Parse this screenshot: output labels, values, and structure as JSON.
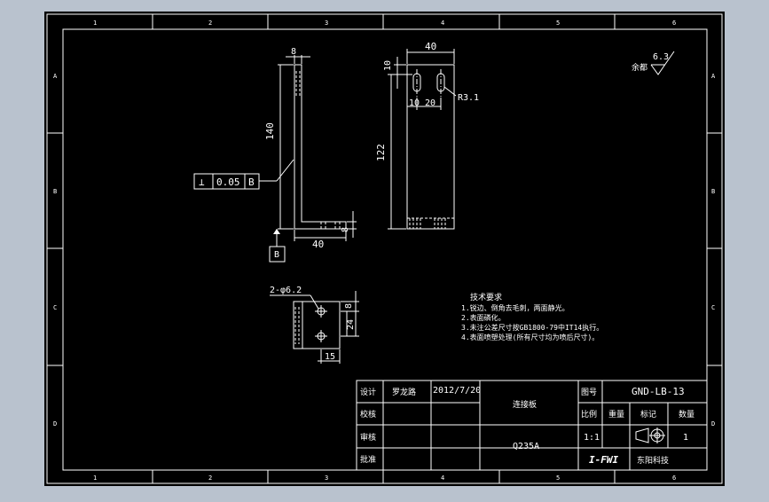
{
  "colors": {
    "window_bg": "#b9c2ce",
    "drawing_bg": "#000000",
    "line": "#ffffff"
  },
  "zone_marks": {
    "columns": [
      "1",
      "2",
      "3",
      "4",
      "5",
      "6"
    ],
    "rows": [
      "A",
      "B",
      "C",
      "D"
    ]
  },
  "view1": {
    "dim_top": "8",
    "dim_height": "140",
    "dim_bottom": "40",
    "dim_foot": "8",
    "tolerance_symbol": "⊥",
    "tolerance_value": "0.05",
    "tolerance_datum": "B",
    "datum_label": "B"
  },
  "view2": {
    "dim_width": "40",
    "dim_top_offset": "10",
    "dim_left": "10",
    "dim_spacing": "20",
    "dim_radius": "R3.1",
    "dim_height": "122"
  },
  "view3": {
    "holes_label": "2-φ6.2",
    "dim_right": "8",
    "dim_height": "24",
    "dim_bottom": "15"
  },
  "roughness": {
    "label": "余都",
    "value": "6.3"
  },
  "tech_notes": {
    "title": "技术要求",
    "items": [
      "1.锐边、倒角去毛刺，两面静光。",
      "2.表面磷化。",
      "3.未注公差尺寸按GB1800-79中IT14执行。",
      "4.表面喷塑处理(所有尺寸均为喷后尺寸)。"
    ]
  },
  "title_block": {
    "design_label": "设计",
    "designer": "罗龙路",
    "date": "2012/7/20",
    "check_label": "校核",
    "review_label": "审核",
    "approve_label": "批准",
    "part_name": "连接板",
    "material": "Q235A",
    "drawing_no_label": "图号",
    "drawing_no": "GND-LB-13",
    "scale_label": "比例",
    "weight_label": "重量",
    "mark_label": "标记",
    "qty_label": "数量",
    "scale_value": "1:1",
    "qty_value": "1",
    "company_logo": "I-FWI",
    "company_name": "东阳科技"
  }
}
